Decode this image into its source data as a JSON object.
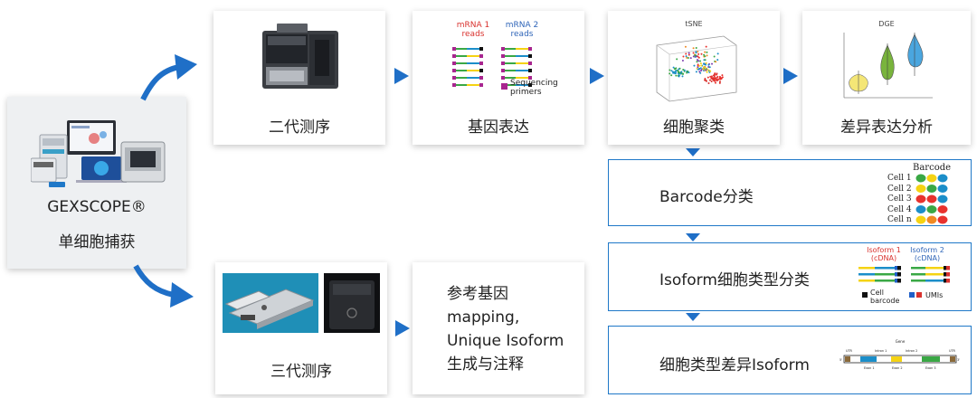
{
  "start": {
    "brand": "GEXSCOPE®",
    "subtitle": "单细胞捕获"
  },
  "steps": {
    "ngs": "二代测序",
    "expression": "基因表达",
    "clustering": "细胞聚类",
    "dge": "差异表达分析",
    "tgs": "三代测序",
    "mapping": [
      "参考基因",
      "mapping,",
      "Unique Isoform",
      "生成与注释"
    ],
    "barcode": "Barcode分类",
    "isoform_class": "Isoform细胞类型分类",
    "isoform_diff": "细胞类型差异Isoform"
  },
  "expression_fig": {
    "mrna1": [
      "mRNA 1",
      "reads"
    ],
    "mrna2": [
      "mRNA 2",
      "reads"
    ],
    "legend": [
      "Sequencing",
      "primers"
    ]
  },
  "tsne_fig": {
    "title": "tSNE"
  },
  "dge_fig": {
    "title": "DGE"
  },
  "barcode_fig": {
    "header": "Barcode",
    "cells": [
      "Cell 1",
      "Cell 2",
      "Cell 3",
      "Cell 4",
      "Cell n"
    ]
  },
  "isoform_fig": {
    "iso1": [
      "Isoform 1",
      "(cDNA)"
    ],
    "iso2": [
      "Isoform 2",
      "(cDNA)"
    ],
    "cell_barcode": [
      "Cell",
      "barcode"
    ],
    "umis": "UMIs"
  },
  "gene_fig": {
    "gene": "Gene",
    "utr5": "UTR",
    "utr3": "UTR",
    "intron1": "Intron 1",
    "intron2": "Intron 2",
    "exon1": "Exon 1",
    "exon2": "Exon 2",
    "exon3": "Exon 3",
    "five": "5'",
    "three": "3'"
  },
  "colors": {
    "arrow": "#1f6fc7",
    "box_border": "#1f78c8"
  }
}
